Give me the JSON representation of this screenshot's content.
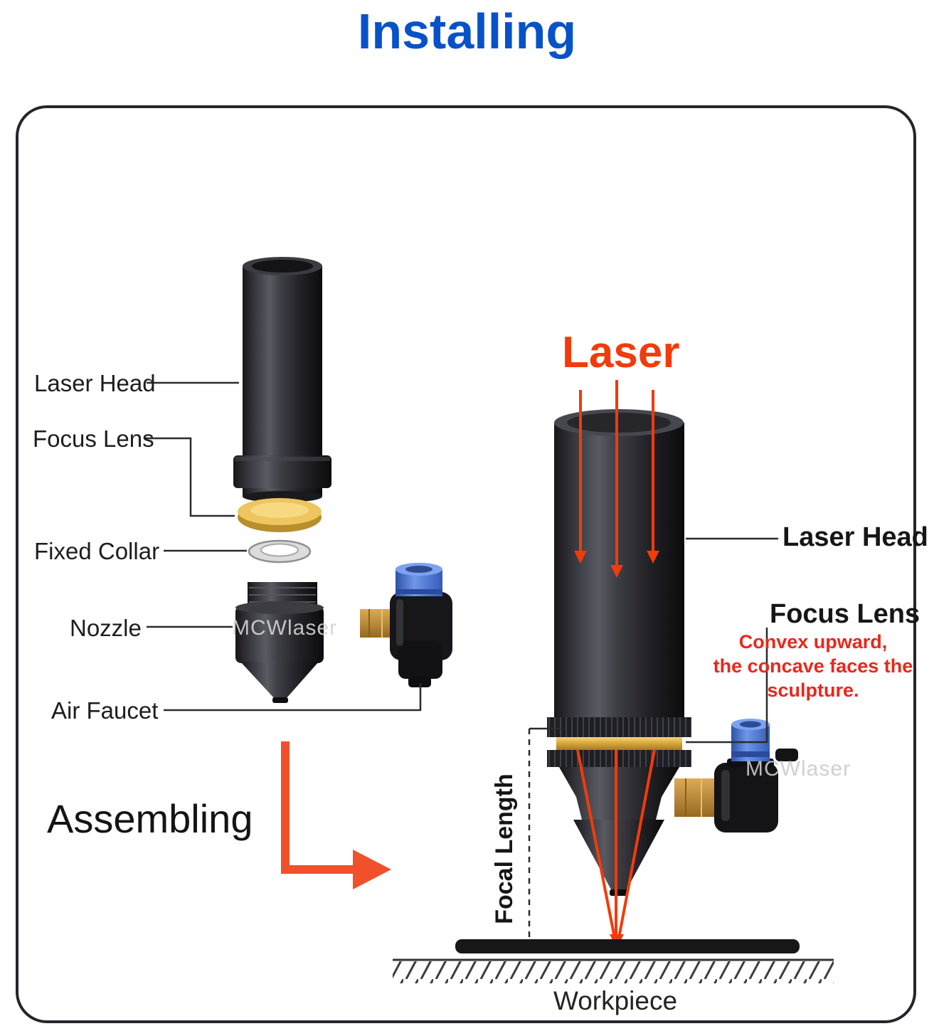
{
  "title": "Installing",
  "colors": {
    "accent_blue": "#0852c9",
    "laser_red": "#f23b0a",
    "arrow_orange": "#f0512a",
    "note_red": "#e8281c",
    "lens_gold": "#e3b94e"
  },
  "exploded": {
    "labels": {
      "laser_head": "Laser Head",
      "focus_lens": "Focus Lens",
      "fixed_collar": "Fixed Collar",
      "nozzle": "Nozzle",
      "air_faucet": "Air Faucet"
    },
    "watermark": "MCWlaser"
  },
  "assembling": {
    "label": "Assembling"
  },
  "assembled": {
    "laser_label": "Laser",
    "laser_head_label": "Laser Head",
    "focus_lens_label": "Focus Lens",
    "focus_lens_note": "Convex upward,\nthe concave faces the\nsculpture.",
    "focal_length_label": "Focal Length",
    "workpiece_label": "Workpiece",
    "watermark": "MCWlaser"
  }
}
